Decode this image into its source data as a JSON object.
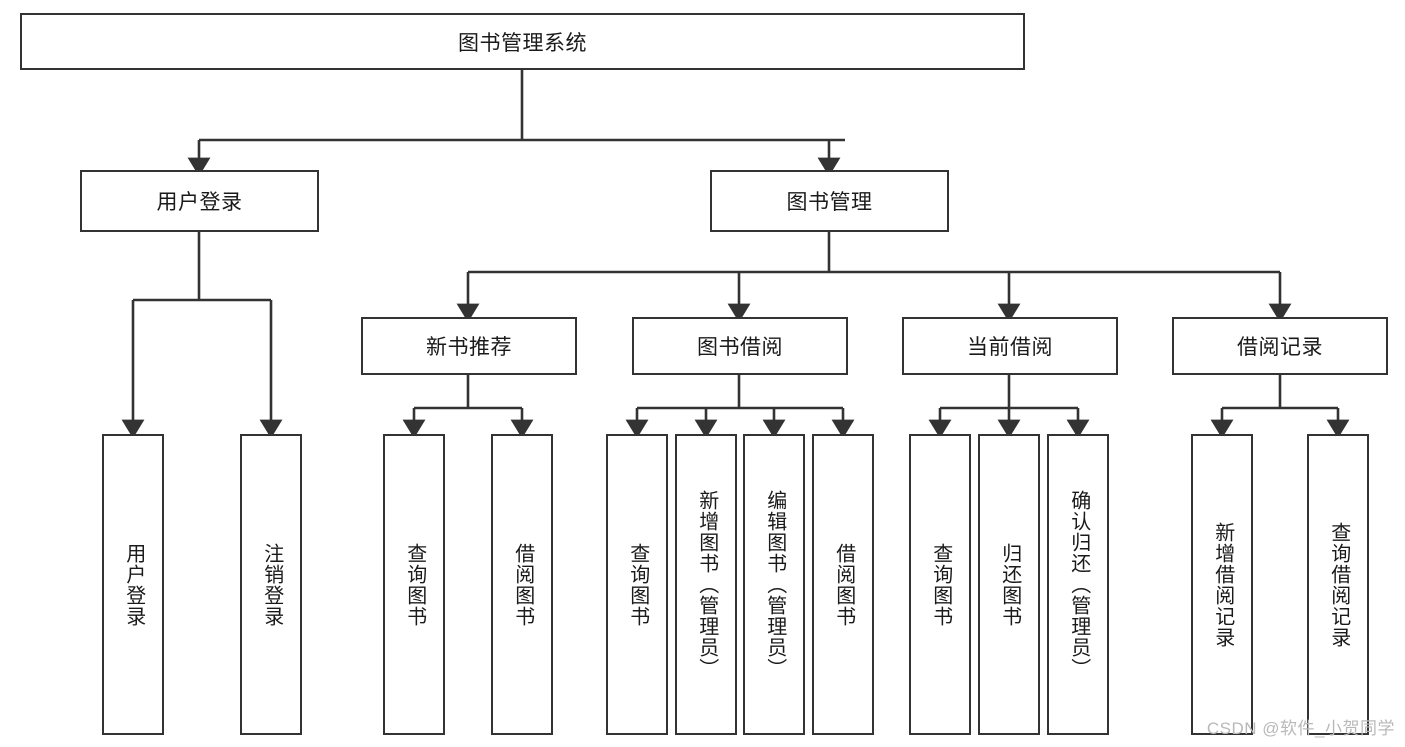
{
  "diagram": {
    "title": "图书管理系统",
    "type": "tree",
    "colors": {
      "border": "#333333",
      "background": "#ffffff",
      "text": "#1a1a1a",
      "watermark": "#b9b9b9"
    },
    "root": {
      "label": "图书管理系统",
      "orientation": "horizontal"
    },
    "level2": [
      {
        "label": "用户登录",
        "orientation": "horizontal"
      },
      {
        "label": "图书管理",
        "orientation": "horizontal"
      }
    ],
    "level3": [
      {
        "label": "新书推荐",
        "orientation": "horizontal",
        "parent": "图书管理"
      },
      {
        "label": "图书借阅",
        "orientation": "horizontal",
        "parent": "图书管理"
      },
      {
        "label": "当前借阅",
        "orientation": "horizontal",
        "parent": "图书管理"
      },
      {
        "label": "借阅记录",
        "orientation": "horizontal",
        "parent": "图书管理"
      }
    ],
    "leaves": {
      "user_login": [
        {
          "label": "用户登录",
          "orientation": "vertical"
        },
        {
          "label": "注销登录",
          "orientation": "vertical"
        }
      ],
      "new_book_recommend": [
        {
          "label": "查询图书",
          "orientation": "vertical"
        },
        {
          "label": "借阅图书",
          "orientation": "vertical"
        }
      ],
      "book_borrow": [
        {
          "label": "查询图书",
          "orientation": "vertical"
        },
        {
          "label": "新增图书（管理员）",
          "orientation": "vertical"
        },
        {
          "label": "编辑图书（管理员）",
          "orientation": "vertical"
        },
        {
          "label": "借阅图书",
          "orientation": "vertical"
        }
      ],
      "current_borrow": [
        {
          "label": "查询图书",
          "orientation": "vertical"
        },
        {
          "label": "归还图书",
          "orientation": "vertical"
        },
        {
          "label": "确认归还（管理员）",
          "orientation": "vertical"
        }
      ],
      "borrow_record": [
        {
          "label": "新增借阅记录",
          "orientation": "vertical"
        },
        {
          "label": "查询借阅记录",
          "orientation": "vertical"
        }
      ]
    },
    "watermark": "CSDN @软件_小贺同学"
  }
}
